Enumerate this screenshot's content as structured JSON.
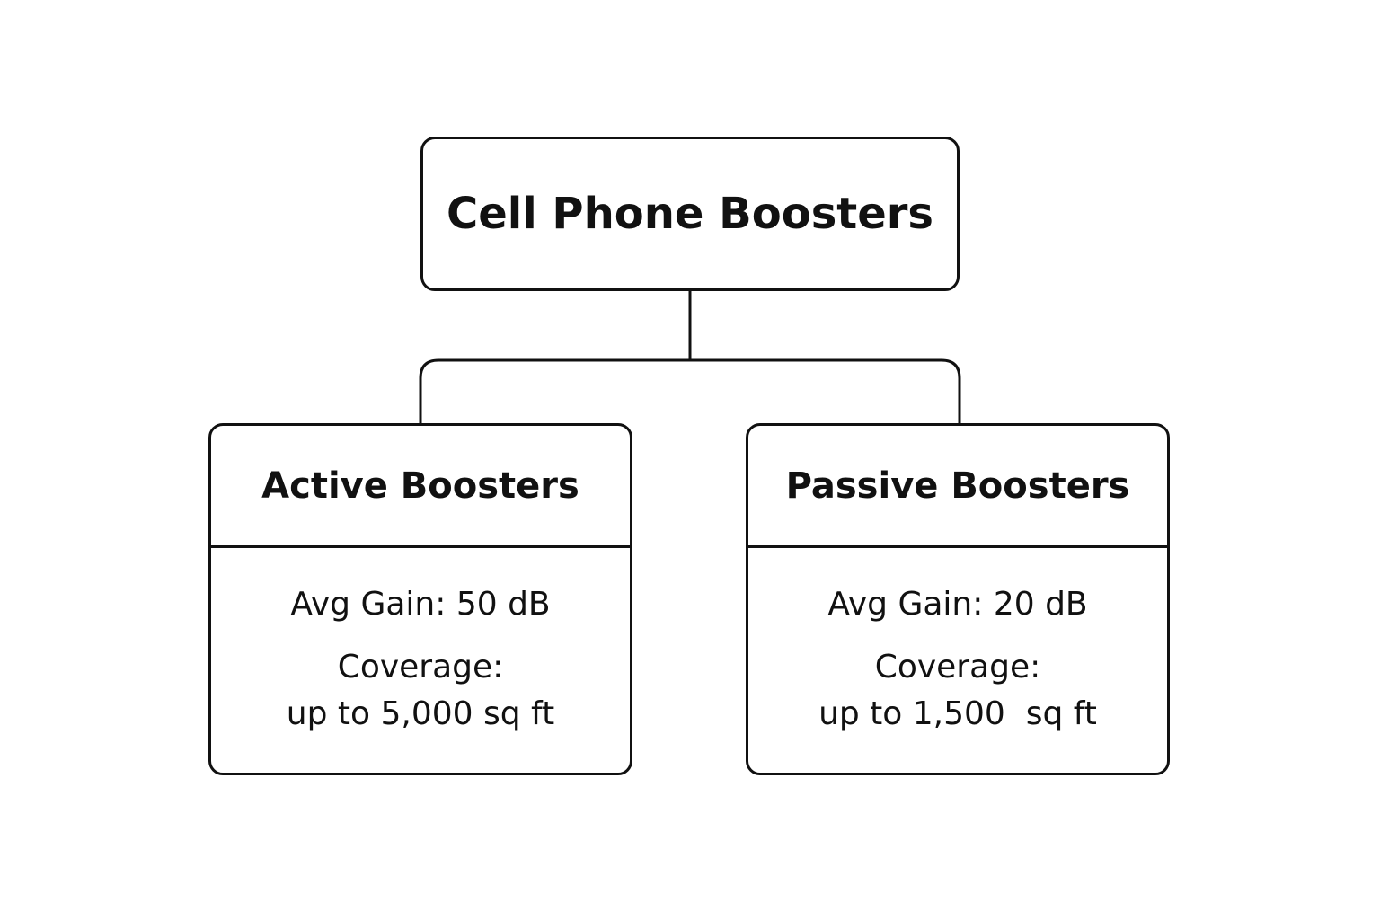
{
  "diagram": {
    "root": {
      "label": "Cell Phone Boosters"
    },
    "children": [
      {
        "title": "Active Boosters",
        "gain": "Avg Gain: 50 dB",
        "coverage_label": "Coverage:",
        "coverage_value": "up to 5,000 sq ft"
      },
      {
        "title": "Passive Boosters",
        "gain": "Avg Gain: 20 dB",
        "coverage_label": "Coverage:",
        "coverage_value": "up to 1,500  sq ft"
      }
    ],
    "colors": {
      "line": "#111111",
      "background": "#ffffff",
      "text": "#111111"
    }
  }
}
